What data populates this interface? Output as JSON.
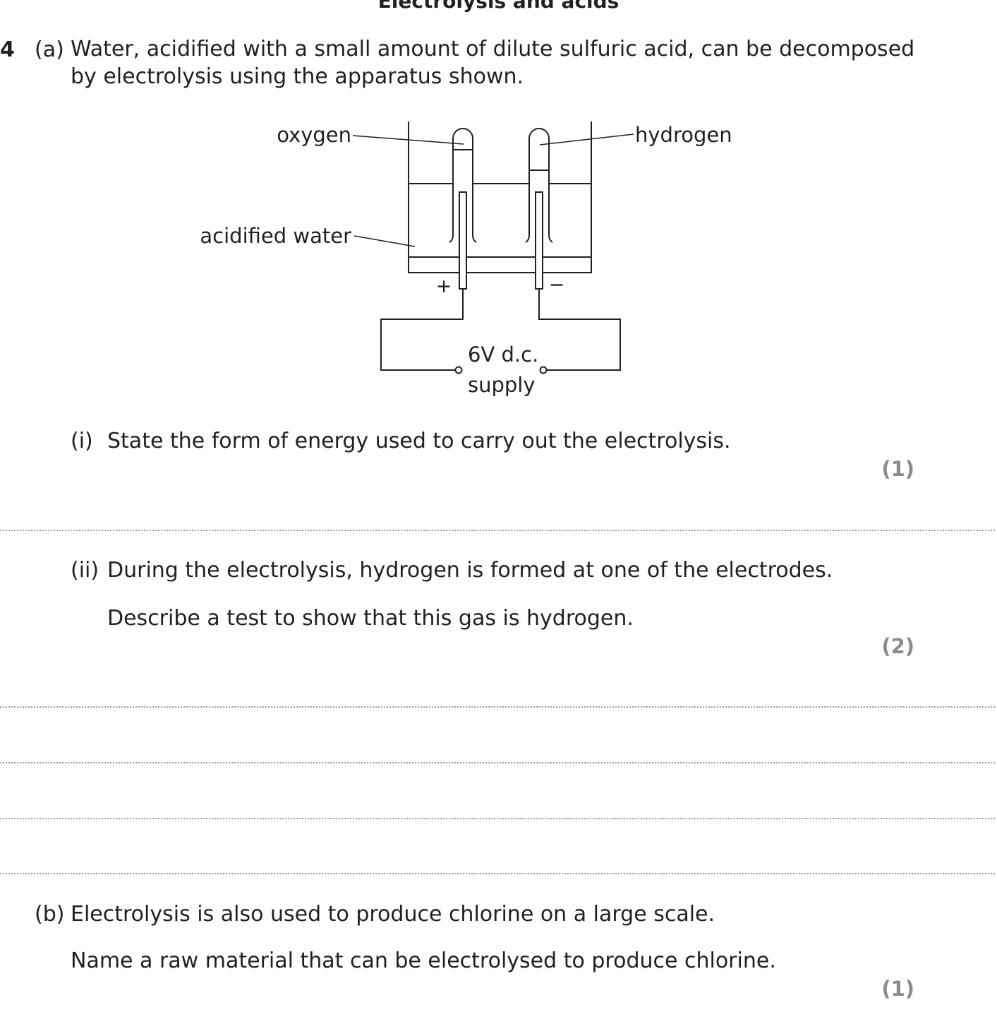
{
  "heading": "Electrolysis and acids",
  "question": {
    "number": "4",
    "part_a": {
      "label": "(a)",
      "text_line1": "Water, acidified with a small amount of dilute sulfuric acid, can be decomposed",
      "text_line2": "by electrolysis using the apparatus shown.",
      "diagram": {
        "oxygen": "oxygen",
        "hydrogen": "hydrogen",
        "acidified_water": "acidified water",
        "plus": "+",
        "minus": "−",
        "supply_line1": "6V d.c.",
        "supply_line2": "supply"
      },
      "sub_i": {
        "label": "(i)",
        "text": "State the form of energy used to carry out the electrolysis.",
        "marks": "(1)"
      },
      "sub_ii": {
        "label": "(ii)",
        "text": "During the electrolysis, hydrogen is formed at one of the electrodes.",
        "text2": "Describe a test to show that this gas is hydrogen.",
        "marks": "(2)"
      }
    },
    "part_b": {
      "label": "(b)",
      "text": "Electrolysis is also used to produce chlorine on a large scale.",
      "text2": "Name a raw material that can be electrolysed to produce chlorine.",
      "marks": "(1)"
    }
  }
}
